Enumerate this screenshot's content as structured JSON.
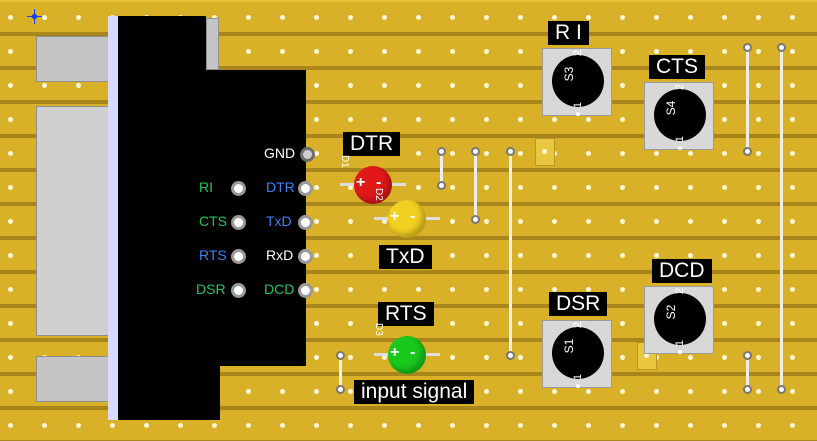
{
  "connector": {
    "pins": [
      {
        "label": "GND",
        "color": "#ffffff"
      },
      {
        "label": "RI",
        "color": "#21c55d"
      },
      {
        "label": "DTR",
        "color": "#3b82f6"
      },
      {
        "label": "CTS",
        "color": "#21c55d"
      },
      {
        "label": "TxD",
        "color": "#3b82f6"
      },
      {
        "label": "RTS",
        "color": "#3b82f6"
      },
      {
        "label": "RxD",
        "color": "#ffffff"
      },
      {
        "label": "DSR",
        "color": "#21c55d"
      },
      {
        "label": "DCD",
        "color": "#21c55d"
      }
    ]
  },
  "leds": [
    {
      "ref": "D1",
      "color": "#e01818",
      "signal_label": "DTR",
      "plus": "+",
      "minus": "-"
    },
    {
      "ref": "D2",
      "color": "#f2d022",
      "signal_label": "TxD",
      "plus": "+",
      "minus": "-"
    },
    {
      "ref": "D3",
      "color": "#19c91d",
      "signal_label": "RTS",
      "plus": "+",
      "minus": "-"
    }
  ],
  "input_signal_label": "input signal",
  "switches": [
    {
      "ref": "S3",
      "signal_label": "R I",
      "pin1": "1",
      "pin2": "2"
    },
    {
      "ref": "S4",
      "signal_label": "CTS",
      "pin1": "1",
      "pin2": "2"
    },
    {
      "ref": "S1",
      "signal_label": "DSR",
      "pin1": "1",
      "pin2": "2"
    },
    {
      "ref": "S2",
      "signal_label": "DCD",
      "pin1": "1",
      "pin2": "2"
    }
  ],
  "colors": {
    "board": "#e6c23a",
    "strip": "#d9b128",
    "connector_body": "#000000",
    "led_red": "#e01818",
    "led_yellow": "#f2d022",
    "led_green": "#19c91d"
  }
}
